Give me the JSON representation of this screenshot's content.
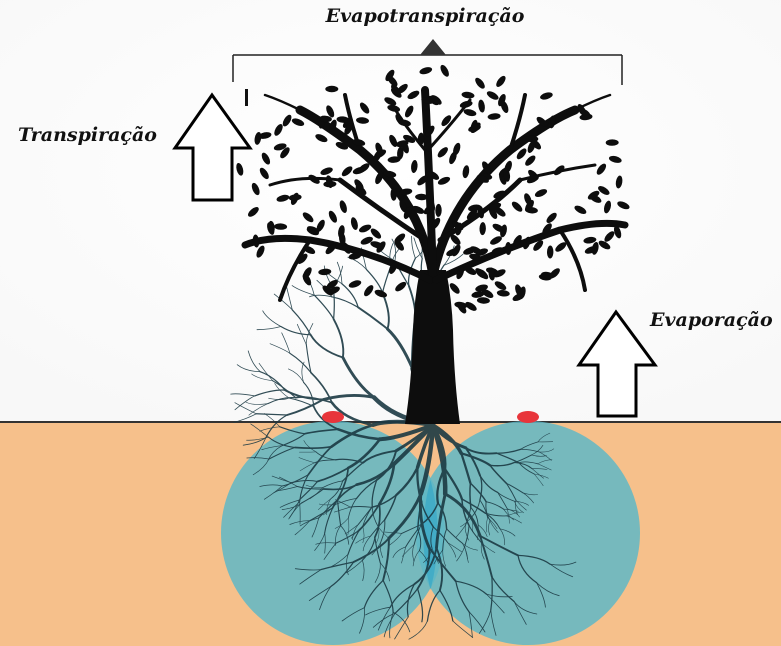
{
  "labels": {
    "evapotranspiration": "Evapotranspiração",
    "transpiration": "Transpiração",
    "evaporation": "Evaporação"
  },
  "colors": {
    "sky": "#ffffff",
    "soil": "#f6c08b",
    "ground_line": "#333333",
    "wet_zone": "#5fb7c6",
    "emitter": "#e8353b",
    "tree": "#0d0d0d",
    "roots": "#1c3a44",
    "arrow_fill": "#ffffff",
    "arrow_stroke": "#000000"
  },
  "icons": {
    "transpiration_arrow": "up-arrow-outline",
    "evaporation_arrow": "up-arrow-outline",
    "drip_emitter": "red-ellipse"
  }
}
